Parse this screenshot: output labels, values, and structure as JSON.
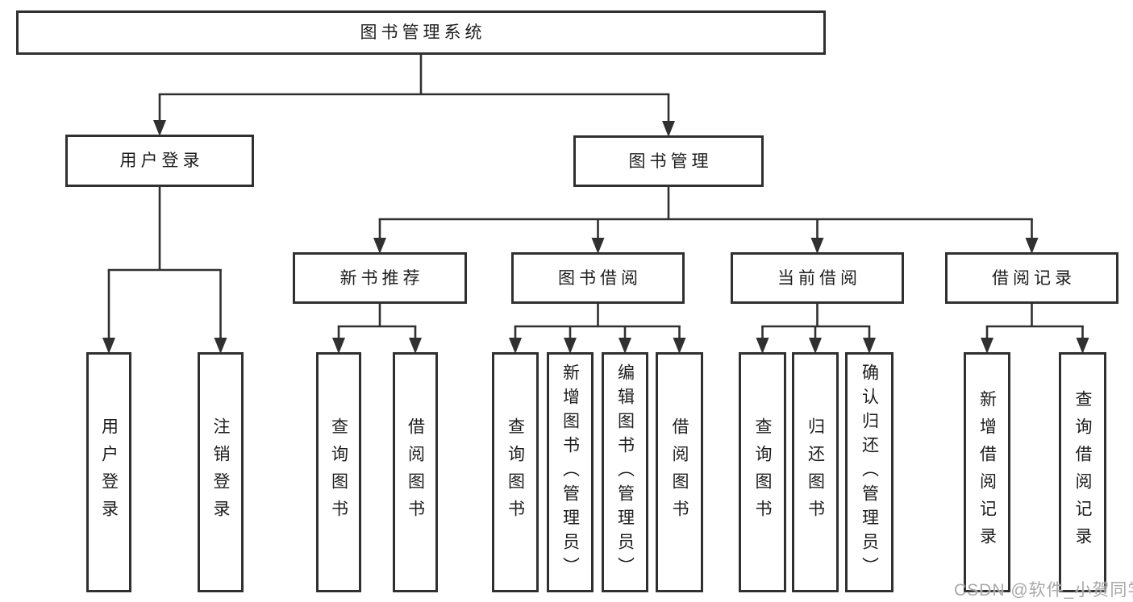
{
  "diagram": {
    "title": "图书管理系统",
    "watermark": "CSDN @软件_小贺同学",
    "colors": {
      "line": "#303030",
      "border": "#303030",
      "text": "#1d1d1d",
      "watermark": "#a9a9a9",
      "background": "#ffffff"
    },
    "tree": {
      "id": "root",
      "label": "图书管理系统",
      "children": [
        {
          "id": "user-login",
          "label": "用户登录",
          "children": [
            {
              "id": "user-login-leaf",
              "label": "用户登录"
            },
            {
              "id": "logout-leaf",
              "label": "注销登录"
            }
          ]
        },
        {
          "id": "book-mgmt",
          "label": "图书管理",
          "children": [
            {
              "id": "new-book-rec",
              "label": "新书推荐",
              "children": [
                {
                  "id": "nbr-query-book",
                  "label": "查询图书"
                },
                {
                  "id": "nbr-borrow-book",
                  "label": "借阅图书"
                }
              ]
            },
            {
              "id": "book-borrow",
              "label": "图书借阅",
              "children": [
                {
                  "id": "bb-query-book",
                  "label": "查询图书"
                },
                {
                  "id": "bb-add-book-admin",
                  "label": "新增图书（管理员）"
                },
                {
                  "id": "bb-edit-book-admin",
                  "label": "编辑图书（管理员）"
                },
                {
                  "id": "bb-borrow-book",
                  "label": "借阅图书"
                }
              ]
            },
            {
              "id": "current-borrow",
              "label": "当前借阅",
              "children": [
                {
                  "id": "cb-query-book",
                  "label": "查询图书"
                },
                {
                  "id": "cb-return-book",
                  "label": "归还图书"
                },
                {
                  "id": "cb-confirm-return-admin",
                  "label": "确认归还（管理员）"
                }
              ]
            },
            {
              "id": "borrow-records",
              "label": "借阅记录",
              "children": [
                {
                  "id": "br-add-record",
                  "label": "新增借阅记录"
                },
                {
                  "id": "br-query-record",
                  "label": "查询借阅记录"
                }
              ]
            }
          ]
        }
      ]
    }
  }
}
